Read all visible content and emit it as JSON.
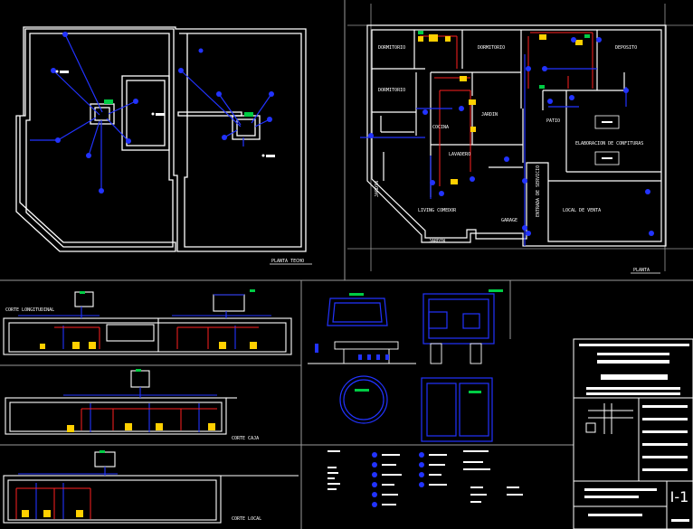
{
  "colors": {
    "background": "#000000",
    "walls": "#ffffff",
    "water_lines": "#2233ff",
    "hot_lines": "#ff2020",
    "fixtures": "#ffd000",
    "accent": "#00cc44",
    "frame": "#9a9a9a"
  },
  "plans": {
    "roof_title": "PLANTA TECHO",
    "floor_title": "PLANTA"
  },
  "rooms": {
    "dormitorio_1": "DORMITORIO",
    "dormitorio_2": "DORMITORIO",
    "dormitorio_3": "DORMITORIO",
    "deposito": "DEPOSITO",
    "jardin_1": "JARDIN",
    "jardin_2": "JARDIN",
    "jardin_3": "JARDIN",
    "cocina": "COCINA",
    "lavadero": "LAVADERO",
    "patio": "PATIO",
    "elaboracion": "ELABORACION DE CONFITURAS",
    "living": "LIVING COMEDOR",
    "garage": "GARAGE",
    "entrada": "ENTRADA DE SERVICIO",
    "local": "LOCAL DE VENTA"
  },
  "sections": {
    "longitudinal": "CORTE LONGITUDINAL",
    "caja": "CORTE CAJA",
    "local": "CORTE LOCAL"
  },
  "title_block": {
    "author": "Martin Aulitar",
    "sheet_number": "I-1"
  }
}
